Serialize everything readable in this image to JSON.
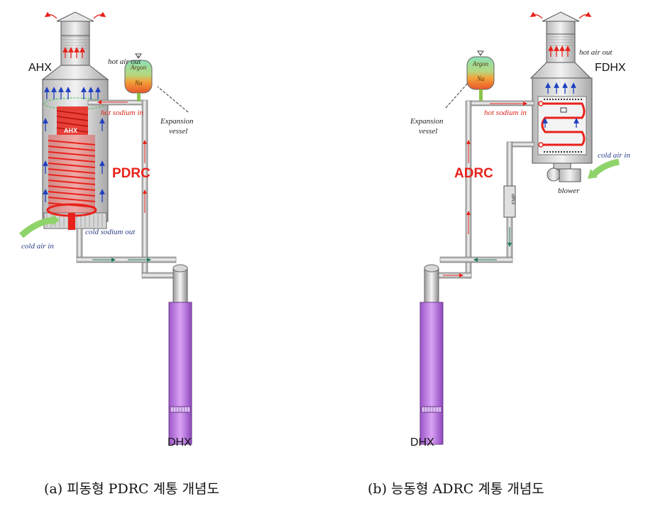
{
  "left": {
    "title": "PDRC",
    "hx_label": "AHX",
    "inner_label": "AHX",
    "dhx_label": "DHX",
    "hot_air_out": "hot air out",
    "hot_sodium_in": "hot sodium in",
    "cold_sodium_out": "cold sodium out",
    "cold_air_in": "cold air in",
    "expansion_line1": "Expansion",
    "expansion_line2": "vessel",
    "tank_gas": "Argon",
    "tank_liquid": "Na",
    "caption": "(a) 피동형 PDRC 계통 개념도"
  },
  "right": {
    "title": "ADRC",
    "hx_label": "FDHX",
    "dhx_label": "DHX",
    "hot_air_out": "hot air out",
    "hot_sodium_in": "hot sodium in",
    "cold_air_in": "cold air in",
    "blower": "blower",
    "emp": "EMP",
    "expansion_line1": "Expansion",
    "expansion_line2": "vessel",
    "tank_gas": "Argon",
    "tank_liquid": "Na",
    "caption": "(b) 능동형 ADRC 계통 개념도"
  },
  "colors": {
    "hot_sodium": "#e8221b",
    "cold_flow": "#1f3fbf",
    "dhx_body": "#c07ee0",
    "duct_gray": "#cfcfcf",
    "tank_top": "#8be0b4",
    "tank_bottom": "#e8602a"
  }
}
